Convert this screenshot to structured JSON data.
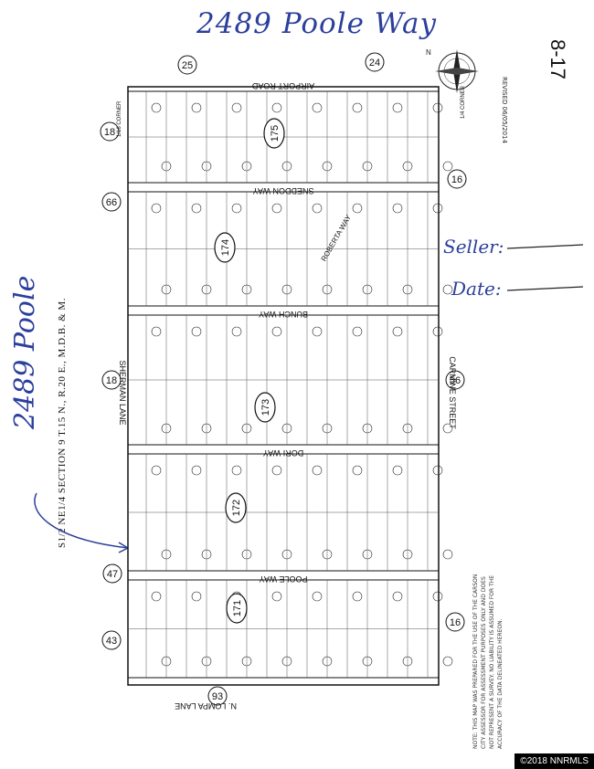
{
  "handwritten": {
    "title": "2489 Poole Way",
    "side_label": "2489 Poole",
    "seller_label": "Seller:",
    "date_label": "Date:"
  },
  "map_number": "8-17",
  "section_description": "S1/2 NE1/4 SECTION 9 T.15 N., R.20 E., M.D.B. & M.",
  "copyright": "©2018 NNRMLS",
  "revised_note": "REVISED 06/05/2014",
  "disclaimer_text": "NOTE: THIS MAP WAS PREPARED FOR THE USE OF THE CARSON CITY ASSESSOR FOR ASSESSMENT PURPOSES ONLY AND DOES NOT REPRESENT A SURVEY. NO LIABILITY IS ASSUMED FOR THE ACCURACY OF THE DATA DELINEATED HEREON.",
  "streets": {
    "airport_road": "AIRPORT ROAD",
    "sneddon_way": "SNEDDON WAY",
    "bunch_way": "BUNCH WAY",
    "dori_way": "DORI WAY",
    "poole_way": "POOLE WAY",
    "lompa_lane": "N. LOMPA LANE",
    "sherman_lane": "SHERMAN LANE",
    "carmine_street": "CARMINE STREET",
    "roberta_way": "ROBERTA WAY"
  },
  "corner_labels": {
    "top_left": "1/16 CORNER",
    "top_right": "1/4 CORNER"
  },
  "adjacent_maps": [
    "25",
    "24",
    "18",
    "16",
    "66",
    "18",
    "56",
    "47",
    "43",
    "16",
    "93"
  ],
  "blocks": [
    "175",
    "174",
    "173",
    "172",
    "171"
  ],
  "north_label": "N"
}
